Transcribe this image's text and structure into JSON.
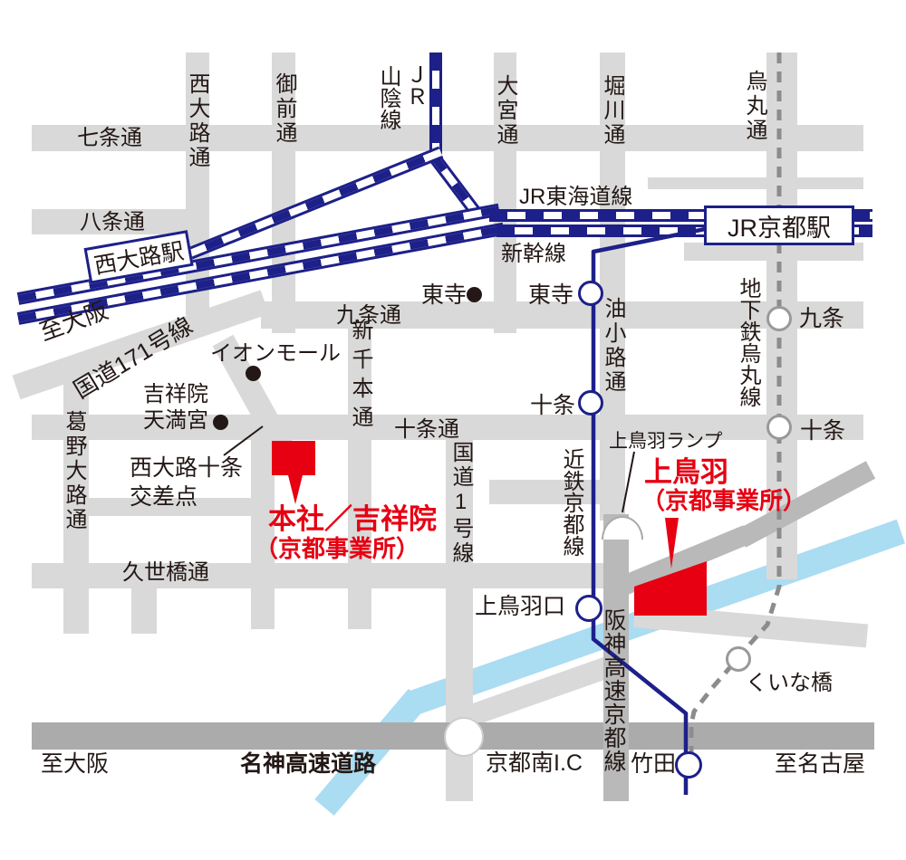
{
  "colors": {
    "navy": "#1d2088",
    "red": "#e60012",
    "road_gray": "#d9d9d9",
    "expressway_gray": "#ababab",
    "hanshin_gray": "#b9b9b9",
    "river_blue": "#aadcf2",
    "subway_gray": "#8c8c8c",
    "text_black": "#231815"
  },
  "roads": {
    "shichijo": "七条通",
    "hachijo": "八条通",
    "kujo": "九条通",
    "jujo": "十条通",
    "kuzebashi": "久世橋通",
    "nishioji": "西大路通",
    "onmae": "御前通",
    "omiya": "大宮通",
    "horikawa": "堀川通",
    "karasuma": "烏丸通",
    "shinsenbon": "新千本通",
    "aburanokoji": "油小路通",
    "kokudo1": "国道1号線",
    "kokudo171": "国道171号線",
    "kadono": "葛野大路通",
    "meishin": "名神高速道路",
    "hanshin": "阪神高速京都線"
  },
  "railways": {
    "jr_prefix": "ＪＲ",
    "sanin": "山陰線",
    "tokaido": "JR東海道線",
    "shinkansen": "新幹線",
    "kintetsu": "近鉄京都線",
    "subway": "地下鉄烏丸線"
  },
  "stations": {
    "nishioji": "西大路駅",
    "kyoto": "JR京都駅",
    "toji": "東寺",
    "jujo_kintetsu": "十条",
    "kamitobaguchi": "上鳥羽口",
    "takeda": "竹田",
    "kujo_subway": "九条",
    "jujo_subway": "十条",
    "kuinabashi": "くいな橋",
    "kyotominami_ic": "京都南I.C"
  },
  "landmarks": {
    "toji_temple": "東寺",
    "aeon_mall": "イオンモール",
    "tenmangu_line1": "吉祥院",
    "tenmangu_line2": "天満宮",
    "kosaten_line1": "西大路十条",
    "kosaten_line2": "交差点",
    "kamitoba_ramp": "上鳥羽ランプ"
  },
  "directions": {
    "to_osaka_rail": "至大阪",
    "to_osaka_road": "至大阪",
    "to_nagoya": "至名古屋"
  },
  "offices": {
    "honsha_title": "本社／吉祥院",
    "honsha_subtitle": "（京都事業所）",
    "kamitoba_title": "上鳥羽",
    "kamitoba_subtitle": "（京都事業所）"
  }
}
